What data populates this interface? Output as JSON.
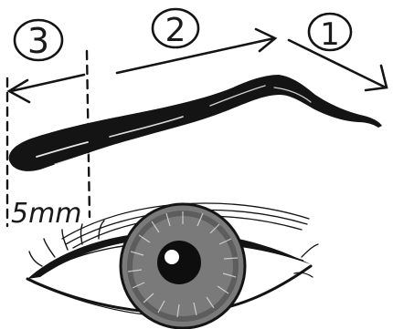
{
  "steps": [
    {
      "number": "3"
    },
    {
      "number": "2"
    },
    {
      "number": "1"
    }
  ],
  "measurement": {
    "label": "5mm"
  },
  "colors": {
    "ink": "#141414",
    "iris": "#6e6e6e",
    "iris_dark": "#3a3a3a",
    "pupil": "#0e0e0e",
    "paper": "#ffffff"
  }
}
